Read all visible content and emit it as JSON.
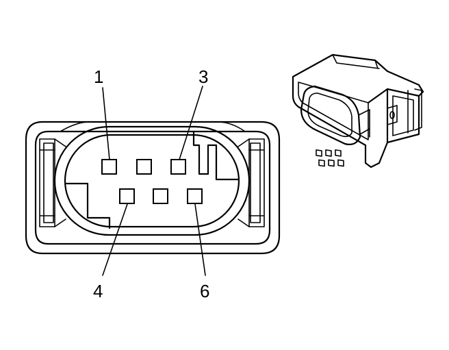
{
  "callouts": {
    "pin_1": "1",
    "pin_3": "3",
    "pin_4": "4",
    "pin_6": "6"
  }
}
